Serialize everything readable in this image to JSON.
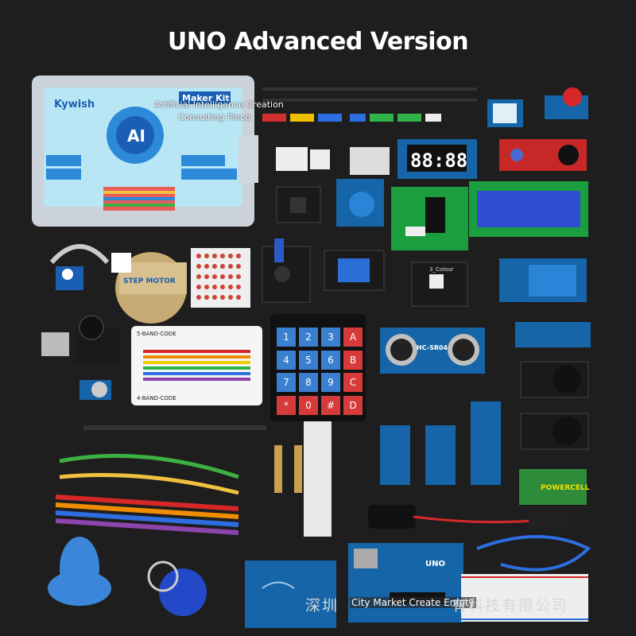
{
  "header": {
    "title": "UNO Advanced Version"
  },
  "box_labels": {
    "brand": "Kywish",
    "maker_kit": "Maker Kit",
    "callout_line1": "Artificial Intelligence Creation",
    "callout_line2": "Consulting Piece",
    "ai": "AI"
  },
  "keypad": {
    "keys": [
      "1",
      "2",
      "3",
      "A",
      "4",
      "5",
      "6",
      "B",
      "7",
      "8",
      "9",
      "C",
      "*",
      "0",
      "#",
      "D"
    ]
  },
  "display_7seg": "88:88",
  "stepper_label": "STEP MOTOR",
  "card_heading": "5-BAND-CODE",
  "card_heading2": "4-BAND-CODE",
  "rgb_module": "3_Colour",
  "ultrasonic": "HC-SR04",
  "battery": "POWERCELL",
  "uno_label": "UNO",
  "watermark": {
    "cn_left": "深圳",
    "en": "City Market Create Empty",
    "cn_right": "有科技有限公司"
  },
  "colors": {
    "background": "#1e1e1e",
    "board_blue": "#1565a8",
    "board_red": "#c62828",
    "board_green": "#1b9e3e",
    "lcd_blue": "#2f4fd0",
    "fan_blue": "#3b86d8"
  }
}
